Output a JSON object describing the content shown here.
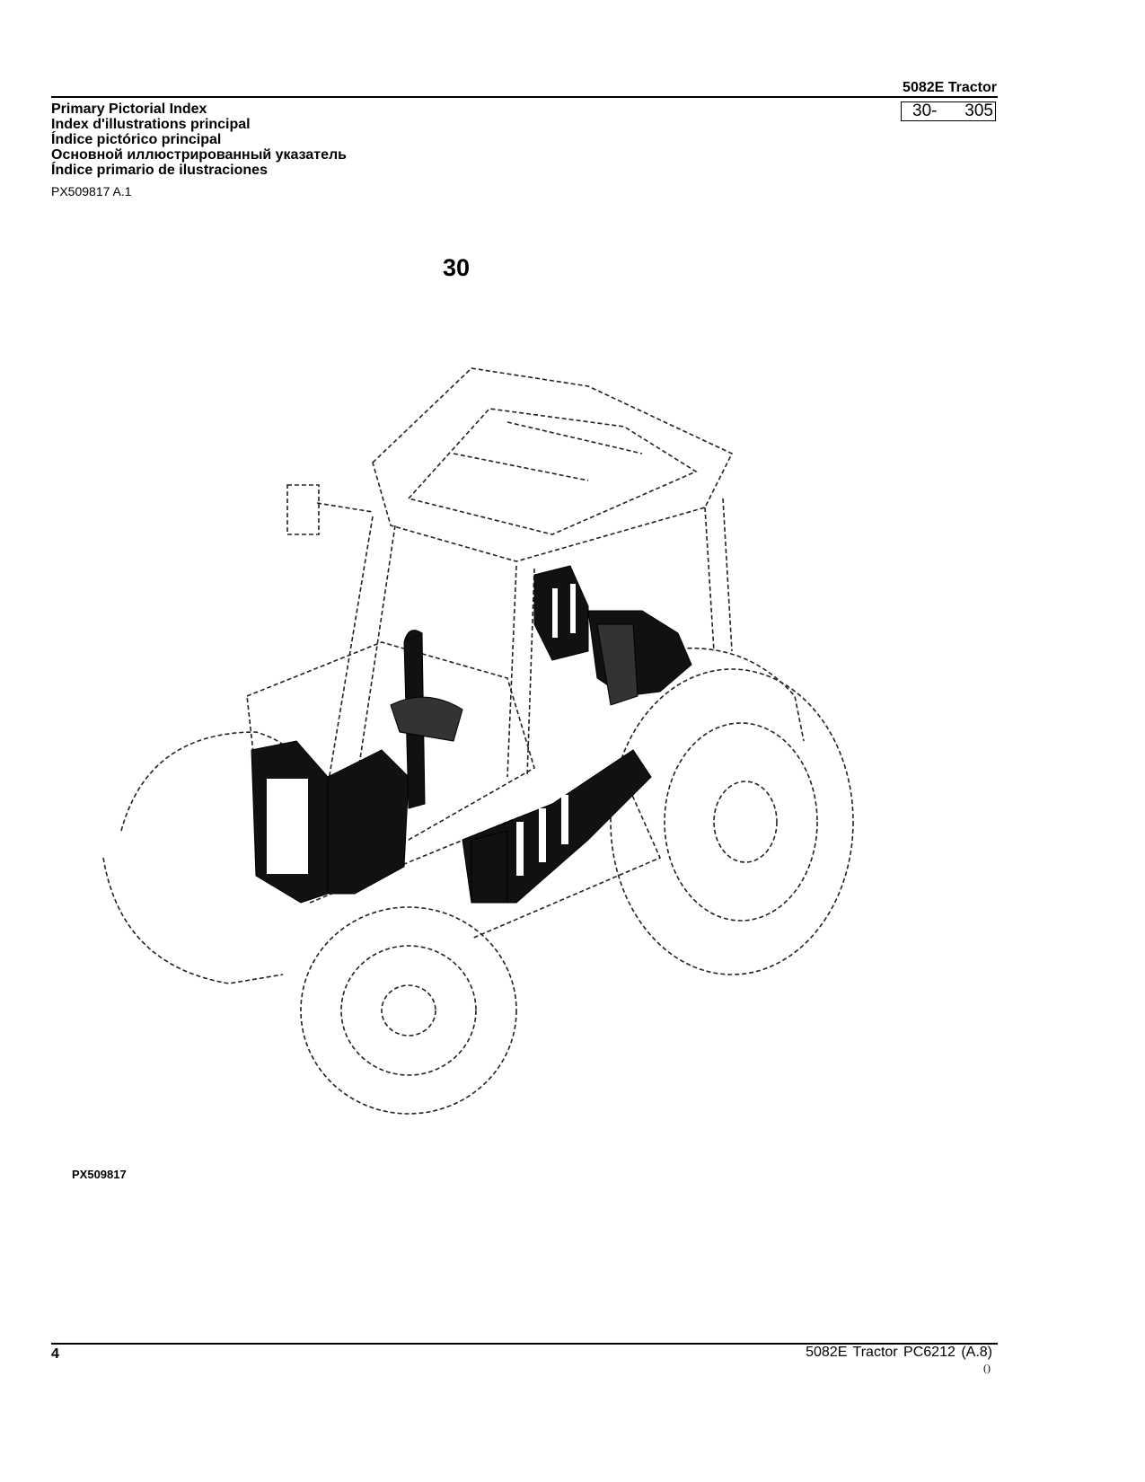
{
  "header": {
    "model": "5082E  Tractor",
    "section_ref": "30-",
    "page_ref": "305"
  },
  "titles": [
    "Primary Pictorial Index",
    "Index d'illustrations principal",
    "Índice pictórico principal",
    "Основной иллюстрированный указатель",
    "Índice primario de ilustraciones"
  ],
  "figure_id_top": "PX509817 A.1",
  "group_number": "30",
  "illustration": {
    "icon": "tractor-cab-dotted-line-drawing"
  },
  "figure_id_bottom": "PX509817",
  "footer": {
    "page_number": "4",
    "text": "5082E Tractor   PC6212   (A.8)",
    "paren": "()"
  }
}
